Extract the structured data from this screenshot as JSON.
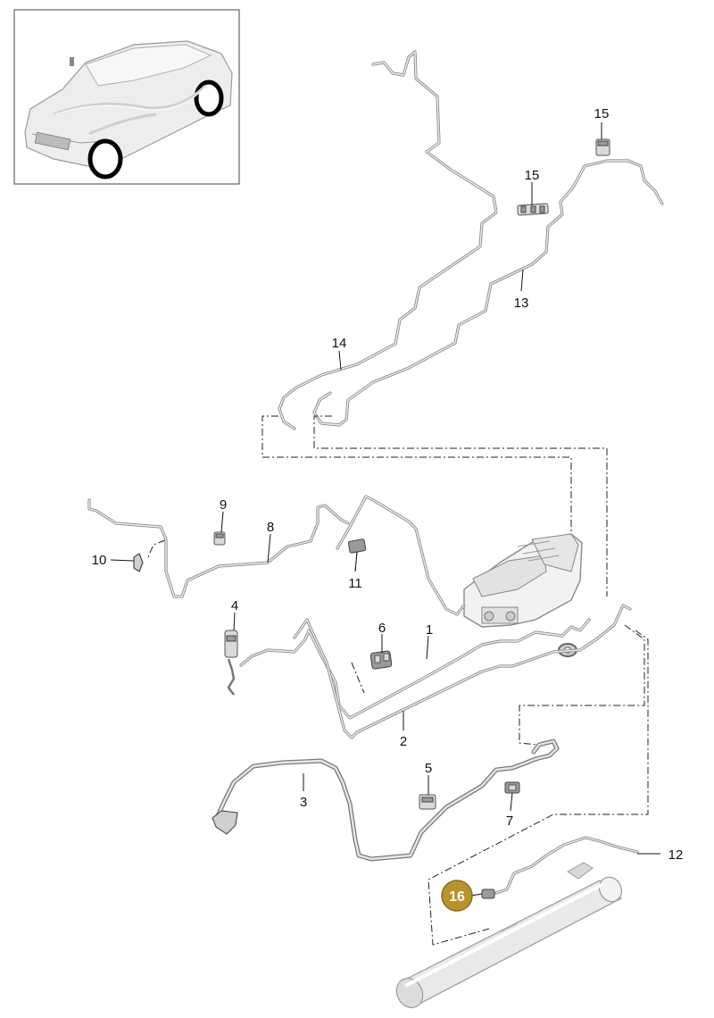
{
  "callouts": {
    "n1": "1",
    "n2": "2",
    "n3": "3",
    "n4": "4",
    "n5": "5",
    "n6": "6",
    "n7": "7",
    "n8": "8",
    "n9": "9",
    "n10": "10",
    "n11": "11",
    "n12": "12",
    "n13": "13",
    "n14": "14",
    "n15a": "15",
    "n15b": "15",
    "n16": "16"
  },
  "colors": {
    "highlight_fill": "#b8932c",
    "highlight_stroke": "#8c6d18",
    "line": "#8a8a8a",
    "text": "#111111"
  },
  "icons": {
    "vehicle_overview": "car-overview-icon"
  }
}
